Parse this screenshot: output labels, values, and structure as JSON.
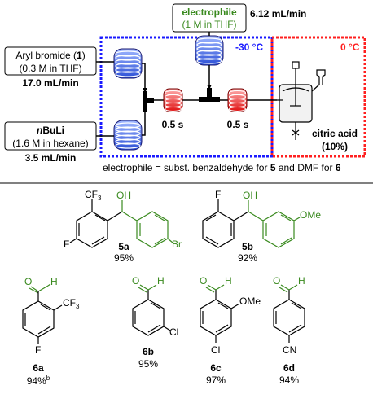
{
  "flow": {
    "electrophile": {
      "name": "electrophile",
      "conc": "(1 M in THF)",
      "rate": "6.12 mL/min"
    },
    "aryl_bromide": {
      "name_pre": "Aryl bromide (",
      "name_num": "1",
      "name_post": ")",
      "conc": "(0.3 M in THF)",
      "rate": "17.0 mL/min"
    },
    "nbuli": {
      "name_n": "n",
      "name_rest": "BuLi",
      "conc": "(1.6 M in hexane)",
      "rate": "3.5 mL/min"
    },
    "temp_cold": "-30 °C",
    "temp_zero": "0 °C",
    "residence1": "0.5 s",
    "residence2": "0.5 s",
    "quench": "citric acid",
    "quench_pct": "(10%)",
    "note_pre": "electrophile = subst. benzaldehyde for ",
    "note_5": "5",
    "note_mid": " and DMF for ",
    "note_6": "6",
    "colors": {
      "blue_zone": "#1a1aff",
      "red_zone": "#ff2020",
      "green": "#3a8a1f"
    }
  },
  "compounds": [
    {
      "id": "5a",
      "yield": "95%",
      "labels": {
        "cf3_cf": "CF",
        "cf3_3": "3",
        "oh": "OH",
        "f": "F",
        "br": "Br"
      }
    },
    {
      "id": "5b",
      "yield": "92%",
      "labels": {
        "f": "F",
        "oh": "OH",
        "ome": "OMe"
      }
    },
    {
      "id": "6a",
      "yield": "94%",
      "yield_sup": "b",
      "labels": {
        "o": "O",
        "h": "H",
        "cf3_cf": "CF",
        "cf3_3": "3",
        "f": "F"
      }
    },
    {
      "id": "6b",
      "yield": "95%",
      "labels": {
        "o": "O",
        "h": "H",
        "cl": "Cl"
      }
    },
    {
      "id": "6c",
      "yield": "97%",
      "labels": {
        "o": "O",
        "h": "H",
        "ome": "OMe",
        "cl": "Cl"
      }
    },
    {
      "id": "6d",
      "yield": "94%",
      "labels": {
        "o": "O",
        "h": "H",
        "cn": "CN"
      }
    }
  ]
}
